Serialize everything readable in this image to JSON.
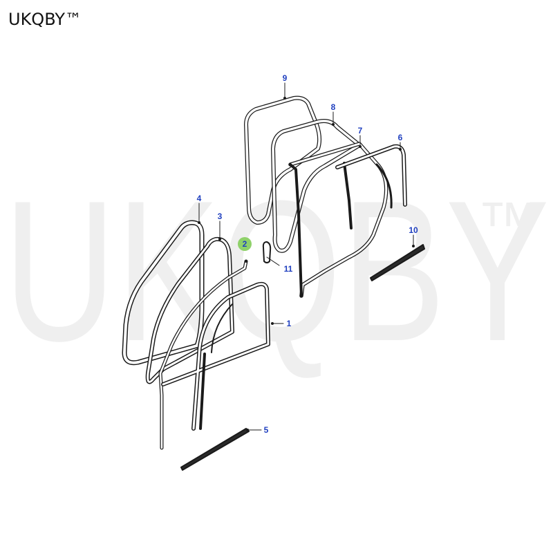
{
  "brand": {
    "text": "UKQBY™"
  },
  "watermark": {
    "text": "UKQBY™",
    "color": "#efefef"
  },
  "colors": {
    "callout": "#1f3fbf",
    "highlight": "#8fd16a",
    "line": "#1a1a1a"
  },
  "callouts": {
    "c1": "1",
    "c2": "2",
    "c3": "3",
    "c4": "4",
    "c5": "5",
    "c6": "6",
    "c7": "7",
    "c8": "8",
    "c9": "9",
    "c10": "10",
    "c11": "11"
  }
}
